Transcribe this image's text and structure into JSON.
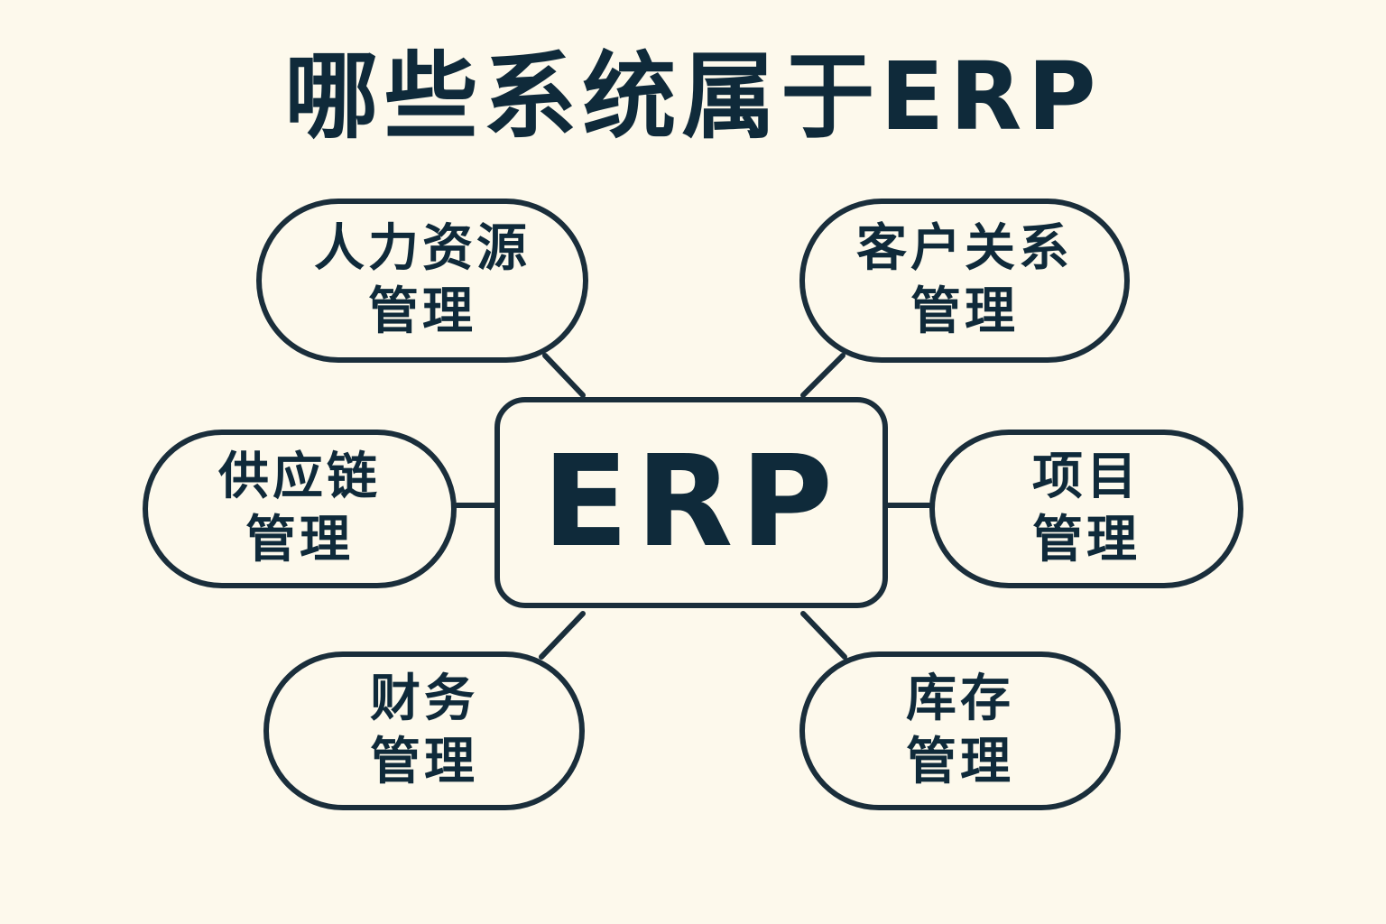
{
  "title": "哪些系统属于ERP",
  "hub": {
    "label": "ERP"
  },
  "modules": {
    "hr": {
      "line1": "人力资源",
      "line2": "管理"
    },
    "crm": {
      "line1": "客户关系",
      "line2": "管理"
    },
    "supply": {
      "line1": "供应链",
      "line2": "管理"
    },
    "project": {
      "line1": "项目",
      "line2": "管理"
    },
    "finance": {
      "line1": "财务",
      "line2": "管理"
    },
    "inventory": {
      "line1": "库存",
      "line2": "管理"
    }
  },
  "colors": {
    "background": "#fdf9ec",
    "ink": "#0f2a3a",
    "stroke": "#1a2e3b"
  }
}
